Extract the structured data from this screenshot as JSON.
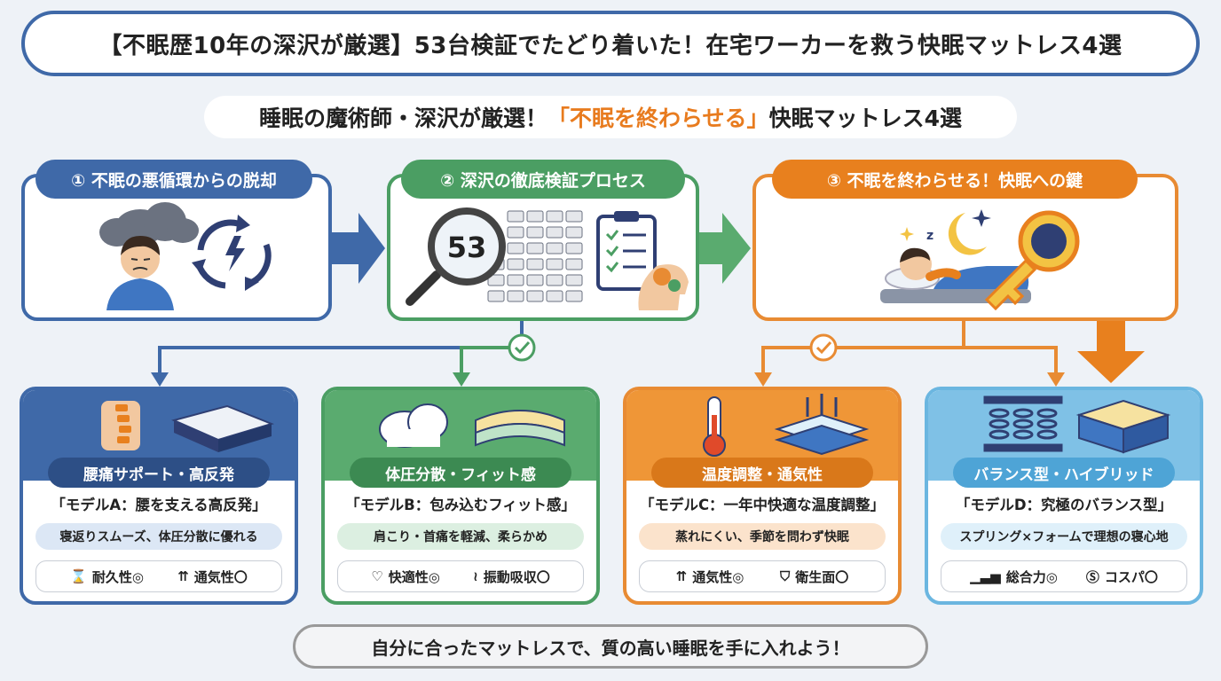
{
  "title": "【不眠歴10年の深沢が厳選】53台検証でたどり着いた！在宅ワーカーを救う快眠マットレス4選",
  "subtitle": {
    "prefix": "睡眠の魔術師・深沢が厳選！",
    "highlight": "「不眠を終わらせる」",
    "suffix": "快眠マットレス4選"
  },
  "steps": [
    {
      "label": "① 不眠の悪循環からの脱却"
    },
    {
      "label": "② 深沢の徹底検証プロセス",
      "magnifier_number": "53"
    },
    {
      "label": "③ 不眠を終わらせる！快眠への鍵"
    }
  ],
  "cards": [
    {
      "category": "腰痛サポート・高反発",
      "model": "「モデルA：腰を支える高反発」",
      "desc": "寝返りスムーズ、体圧分散に優れる",
      "attrs": [
        {
          "icon": "hourglass-icon",
          "text": "耐久性◎"
        },
        {
          "icon": "airflow-icon",
          "text": "通気性〇"
        }
      ]
    },
    {
      "category": "体圧分散・フィット感",
      "model": "「モデルB：包み込むフィット感」",
      "desc": "肩こり・首痛を軽減、柔らかめ",
      "attrs": [
        {
          "icon": "hand-heart-icon",
          "text": "快適性◎"
        },
        {
          "icon": "vibration-icon",
          "text": "振動吸収〇"
        }
      ]
    },
    {
      "category": "温度調整・通気性",
      "model": "「モデルC：一年中快適な温度調整」",
      "desc": "蒸れにくい、季節を問わず快眠",
      "attrs": [
        {
          "icon": "airflow-icon",
          "text": "通気性◎"
        },
        {
          "icon": "shield-icon",
          "text": "衛生面〇"
        }
      ]
    },
    {
      "category": "バランス型・ハイブリッド",
      "model": "「モデルD：究極のバランス型」",
      "desc": "スプリング×フォームで理想の寝心地",
      "attrs": [
        {
          "icon": "bar-chart-icon",
          "text": "総合力◎"
        },
        {
          "icon": "coin-icon",
          "text": "コスパ〇"
        }
      ]
    }
  ],
  "footer": "自分に合ったマットレスで、質の高い睡眠を手に入れよう！",
  "colors": {
    "blue": "#3f69a8",
    "green": "#4b9e63",
    "orange": "#e88b33",
    "lightblue": "#6bb6e0"
  }
}
